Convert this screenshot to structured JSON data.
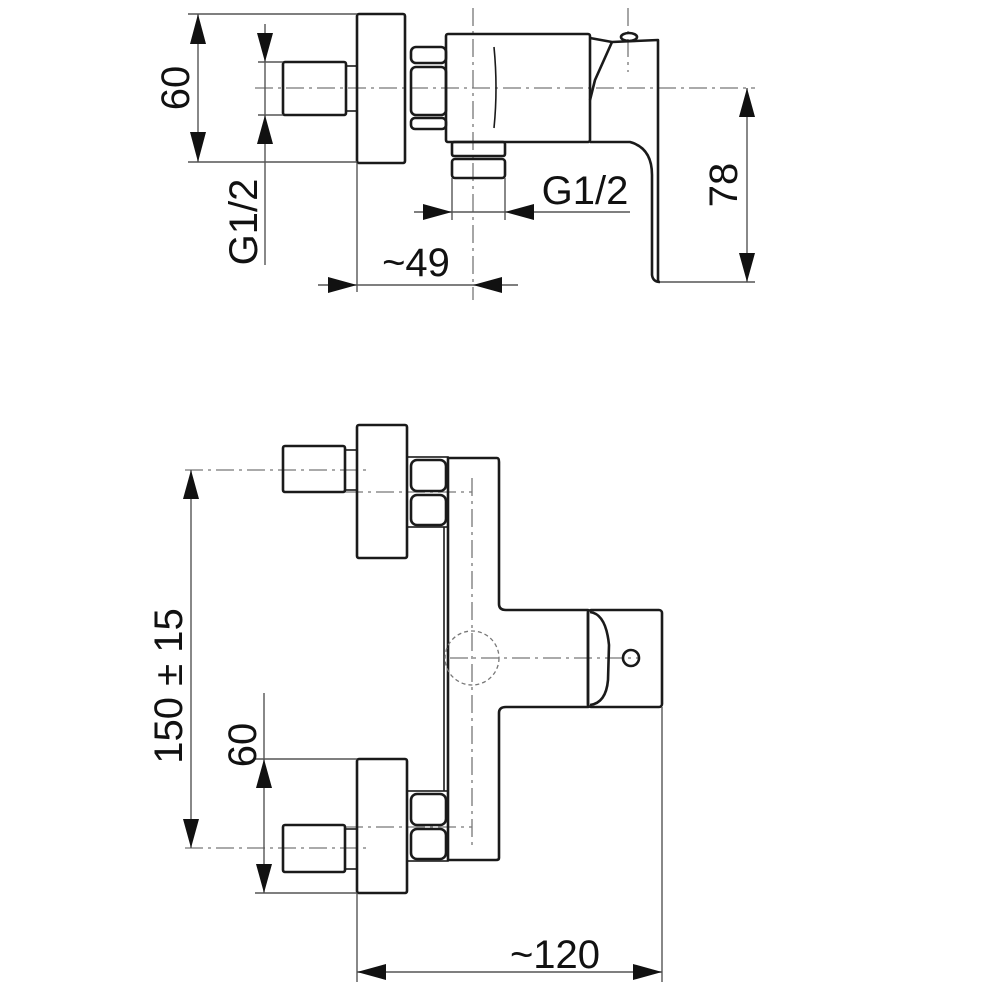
{
  "top_view": {
    "dim_height": "60",
    "dim_thread_inlet": "G1/2",
    "dim_thread_outlet": "G1/2",
    "dim_depth": "~49",
    "dim_lever": "78"
  },
  "front_view": {
    "dim_spacing": "150 ± 15",
    "dim_flange": "60",
    "dim_width": "~120"
  },
  "colors": {
    "line": "#1a1a1a",
    "centerline": "#777777",
    "background": "#ffffff"
  }
}
